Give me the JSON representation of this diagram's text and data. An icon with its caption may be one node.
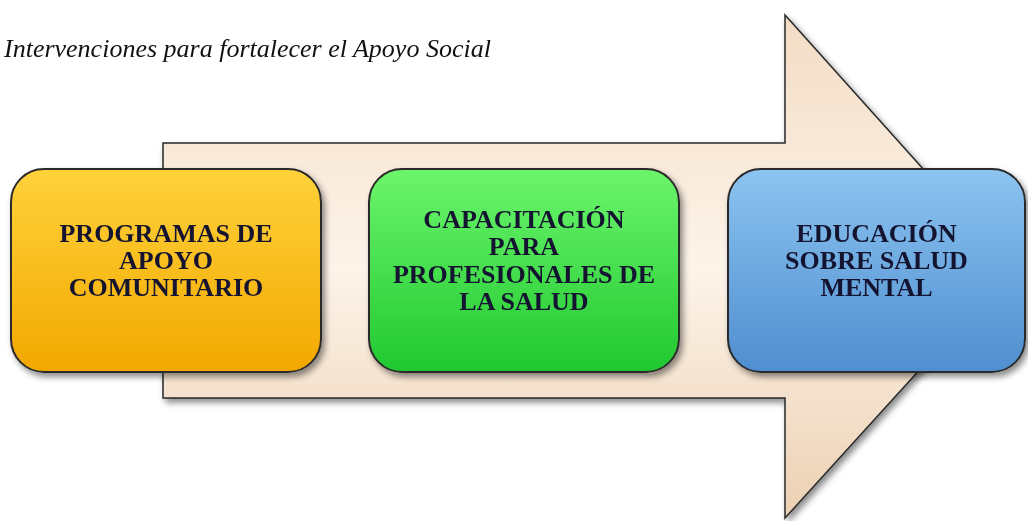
{
  "diagram": {
    "title": "Intervenciones para fortalecer el Apoyo Social",
    "nodes": [
      {
        "text": [
          "PROGRAMAS DE APOYO COMUNITARIO"
        ]
      },
      {
        "text": [
          "CAPACITACIÓN PARA PROFESIONALES DE LA SALUD"
        ]
      },
      {
        "text": [
          "EDUCACIÓN SOBRE SALUD MENTAL"
        ]
      }
    ],
    "edges": [
      {
        "from": 0,
        "to": 2,
        "arrow": "to"
      }
    ]
  }
}
